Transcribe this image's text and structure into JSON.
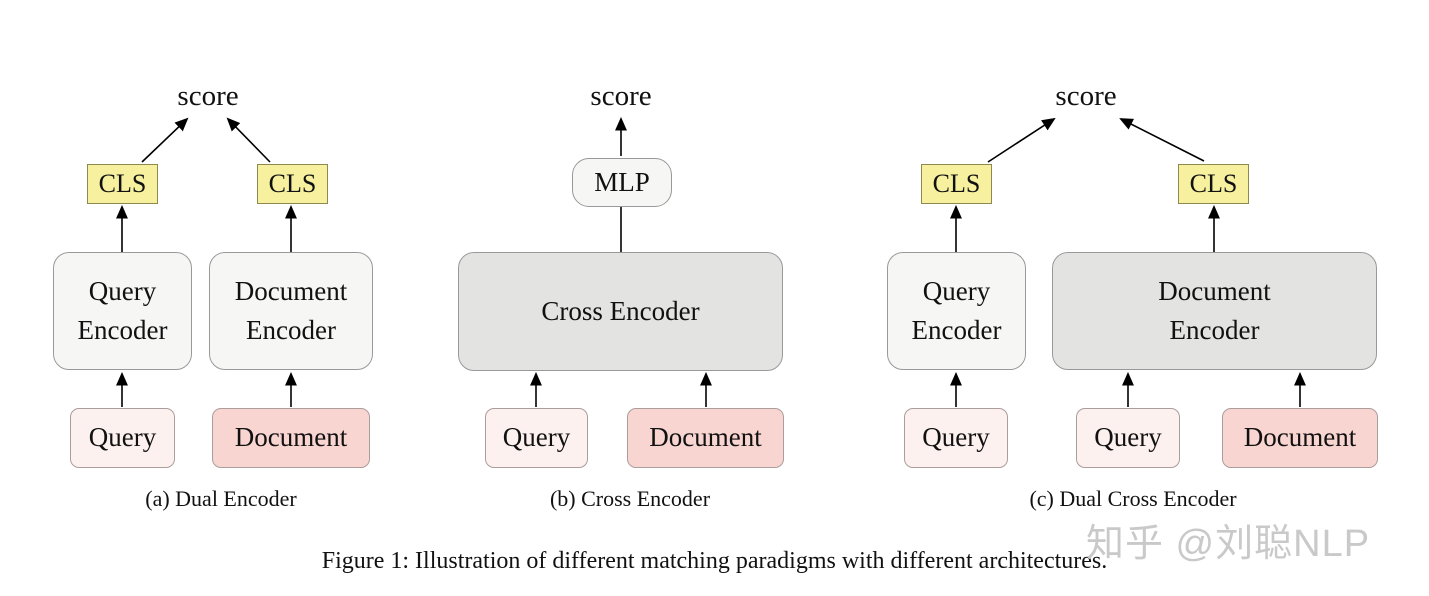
{
  "figure": {
    "caption": "Figure 1: Illustration of different matching paradigms with different architectures.",
    "watermark": "知乎 @刘聪NLP"
  },
  "colors": {
    "cls_bg": "#f6f09f",
    "cls_border": "#8e8950",
    "enc_light": "#f6f6f5",
    "enc_dark": "#e3e3e2",
    "box_border": "#999999",
    "query_bg": "#fdf1f0",
    "doc_bg": "#f9d5d2",
    "pink_border": "#ab9d9b",
    "watermark": "#c9c9c9"
  },
  "panels": {
    "a": {
      "caption": "(a) Dual Encoder",
      "score": "score",
      "cls_left": "CLS",
      "cls_right": "CLS",
      "query_encoder": "Query\nEncoder",
      "document_encoder": "Document\nEncoder",
      "query": "Query",
      "document": "Document"
    },
    "b": {
      "caption": "(b) Cross Encoder",
      "score": "score",
      "mlp": "MLP",
      "cross_encoder": "Cross Encoder",
      "query": "Query",
      "document": "Document"
    },
    "c": {
      "caption": "(c) Dual Cross Encoder",
      "score": "score",
      "cls_left": "CLS",
      "cls_right": "CLS",
      "query_encoder": "Query\nEncoder",
      "document_encoder": "Document\nEncoder",
      "query_left": "Query",
      "query_mid": "Query",
      "document": "Document"
    }
  }
}
